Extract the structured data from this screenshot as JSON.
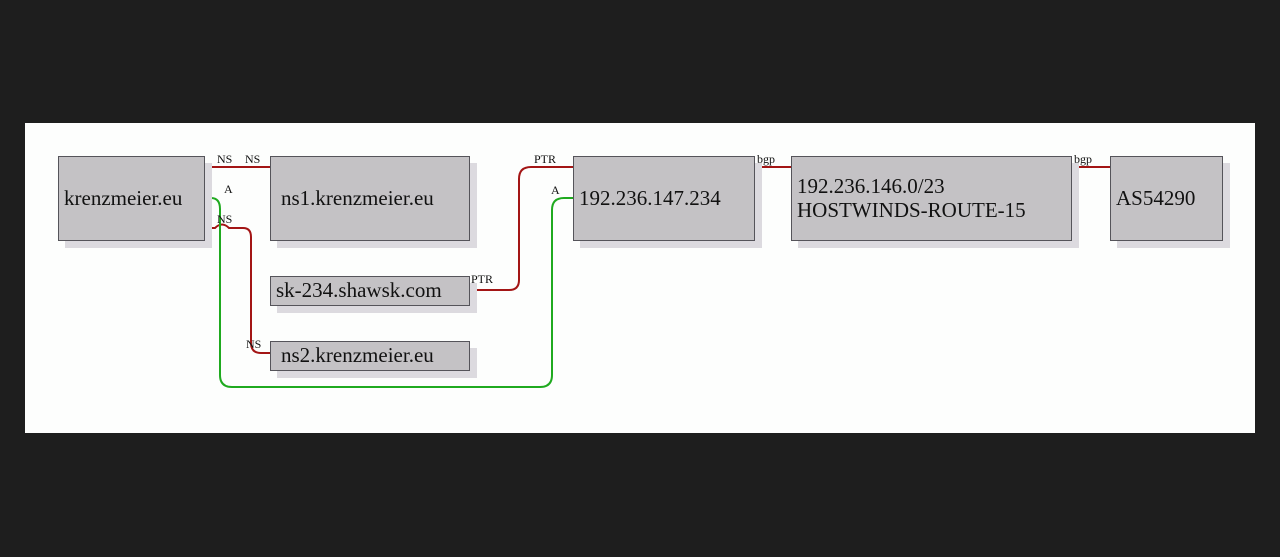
{
  "colors": {
    "page_background": "#1e1e1e",
    "canvas_background": "#fdfefd",
    "node_fill": "#c4c2c5",
    "node_shadow": "#dcdadf",
    "node_border": "#55545a",
    "ns_ptr_bgp_edge": "#a31515",
    "a_record_edge": "#1faa1f"
  },
  "nodes": {
    "domain": {
      "label": "krenzmeier.eu"
    },
    "ns1": {
      "label": "ns1.krenzmeier.eu"
    },
    "ptr_host": {
      "label": "sk-234.shawsk.com"
    },
    "ns2": {
      "label": "ns2.krenzmeier.eu"
    },
    "ip": {
      "label": "192.236.147.234"
    },
    "route": {
      "line1": "192.236.146.0/23",
      "line2": "HOSTWINDS-ROUTE-15"
    },
    "asn": {
      "label": "AS54290"
    }
  },
  "edges": {
    "domain_ns1_tail": "NS",
    "domain_ns1_head": "NS",
    "domain_ip_tail": "A",
    "domain_ns2_tail": "NS",
    "domain_ns2_head": "NS",
    "ip_ptr_tail": "PTR",
    "ip_ptr_head": "PTR",
    "ip_ns2_head": "A",
    "ip_route": "bgp",
    "route_asn": "bgp"
  }
}
